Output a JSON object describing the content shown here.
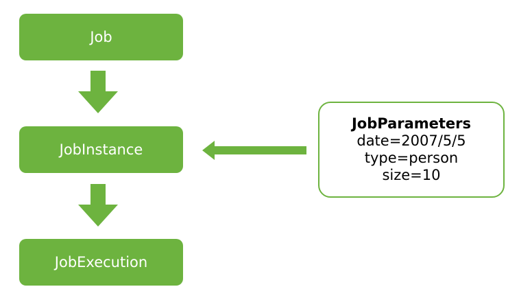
{
  "nodes": {
    "job": "Job",
    "job_instance": "JobInstance",
    "job_execution": "JobExecution"
  },
  "parameters": {
    "title": "JobParameters",
    "lines": [
      "date=2007/5/5",
      "type=person",
      "size=10"
    ]
  },
  "colors": {
    "green": "#6db33f",
    "text_on_green": "#ffffff",
    "text_dark": "#000000"
  }
}
